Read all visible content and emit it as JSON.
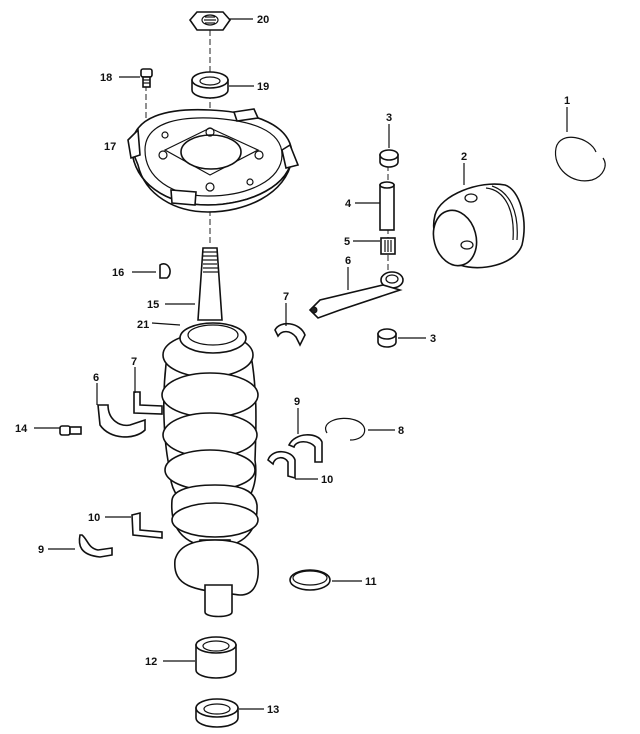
{
  "diagram": {
    "title": "Crankshaft and piston assembly – exploded view",
    "callouts": [
      {
        "id": "c1",
        "label": "1",
        "part": "piston-ring"
      },
      {
        "id": "c2",
        "label": "2",
        "part": "piston"
      },
      {
        "id": "c3a",
        "label": "3",
        "part": "thrust-washer-upper"
      },
      {
        "id": "c3b",
        "label": "3",
        "part": "thrust-washer-lower"
      },
      {
        "id": "c4",
        "label": "4",
        "part": "piston-pin"
      },
      {
        "id": "c5",
        "label": "5",
        "part": "needle-bearing"
      },
      {
        "id": "c6a",
        "label": "6",
        "part": "connecting-rod"
      },
      {
        "id": "c6b",
        "label": "6",
        "part": "rod-cap"
      },
      {
        "id": "c7a",
        "label": "7",
        "part": "rod-bearing-cage-right"
      },
      {
        "id": "c7b",
        "label": "7",
        "part": "rod-bearing-cage-left"
      },
      {
        "id": "c8",
        "label": "8",
        "part": "retaining-ring"
      },
      {
        "id": "c9a",
        "label": "9",
        "part": "bearing-race-right"
      },
      {
        "id": "c9b",
        "label": "9",
        "part": "bearing-race-left"
      },
      {
        "id": "c10a",
        "label": "10",
        "part": "bearing-cage-right"
      },
      {
        "id": "c10b",
        "label": "10",
        "part": "bearing-cage-left"
      },
      {
        "id": "c11",
        "label": "11",
        "part": "seal-ring"
      },
      {
        "id": "c12",
        "label": "12",
        "part": "lower-needle-bearing"
      },
      {
        "id": "c13",
        "label": "13",
        "part": "oil-seal"
      },
      {
        "id": "c14",
        "label": "14",
        "part": "rod-bolt"
      },
      {
        "id": "c15",
        "label": "15",
        "part": "crankshaft"
      },
      {
        "id": "c16",
        "label": "16",
        "part": "woodruff-key"
      },
      {
        "id": "c17",
        "label": "17",
        "part": "upper-bearing-housing"
      },
      {
        "id": "c18",
        "label": "18",
        "part": "housing-screw"
      },
      {
        "id": "c19",
        "label": "19",
        "part": "upper-seal"
      },
      {
        "id": "c20",
        "label": "20",
        "part": "flywheel-nut"
      },
      {
        "id": "c21",
        "label": "21",
        "part": "upper-ball-bearing"
      }
    ]
  }
}
